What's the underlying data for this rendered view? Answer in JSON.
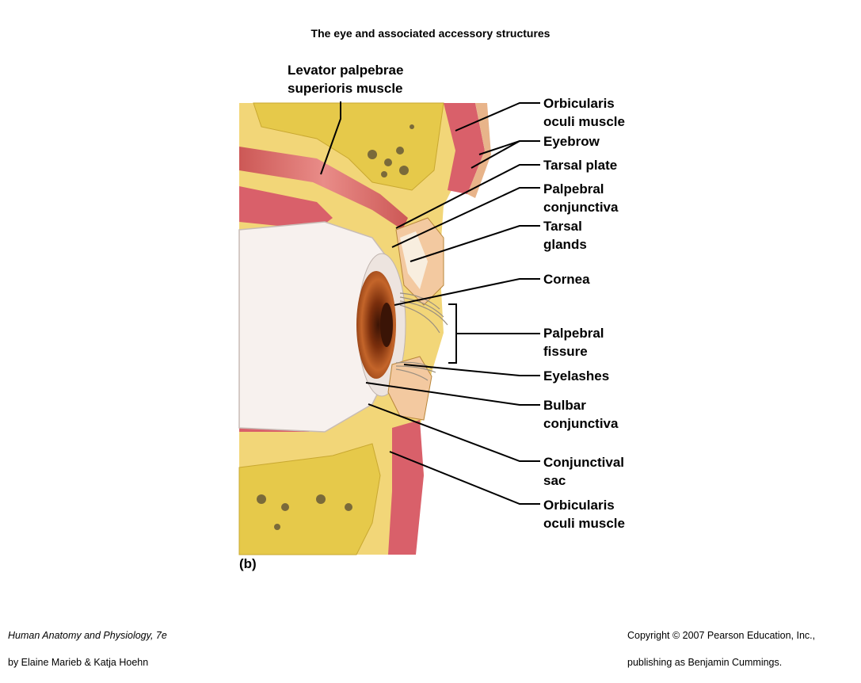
{
  "title": "The eye and associated accessory structures",
  "labels": {
    "levator": "Levator palpebrae\nsuperioris muscle",
    "orbicularis_top": "Orbicularis\noculi muscle",
    "eyebrow": "Eyebrow",
    "tarsal_plate": "Tarsal plate",
    "palpebral_conjunctiva": "Palpebral\nconjunctiva",
    "tarsal_glands": "Tarsal\nglands",
    "cornea": "Cornea",
    "palpebral_fissure": "Palpebral\nfissure",
    "eyelashes": "Eyelashes",
    "bulbar_conjunctiva": "Bulbar\nconjunctiva",
    "conjunctival_sac": "Conjunctival\nsac",
    "orbicularis_bottom": "Orbicularis\noculi muscle"
  },
  "panel_letter": "(b)",
  "credits": {
    "book_title": "Human Anatomy and Physiology, 7e",
    "authors": "by Elaine Marieb & Katja Hoehn",
    "copyright_line1": "Copyright © 2007 Pearson Education, Inc.,",
    "copyright_line2": "publishing as Benjamin Cummings."
  },
  "colors": {
    "fat": "#f2d678",
    "bone": "#e6c94a",
    "muscle": "#d9606a",
    "sclera": "#f7f1ee",
    "iris": "#b5561e",
    "pupil": "#3a1406"
  }
}
